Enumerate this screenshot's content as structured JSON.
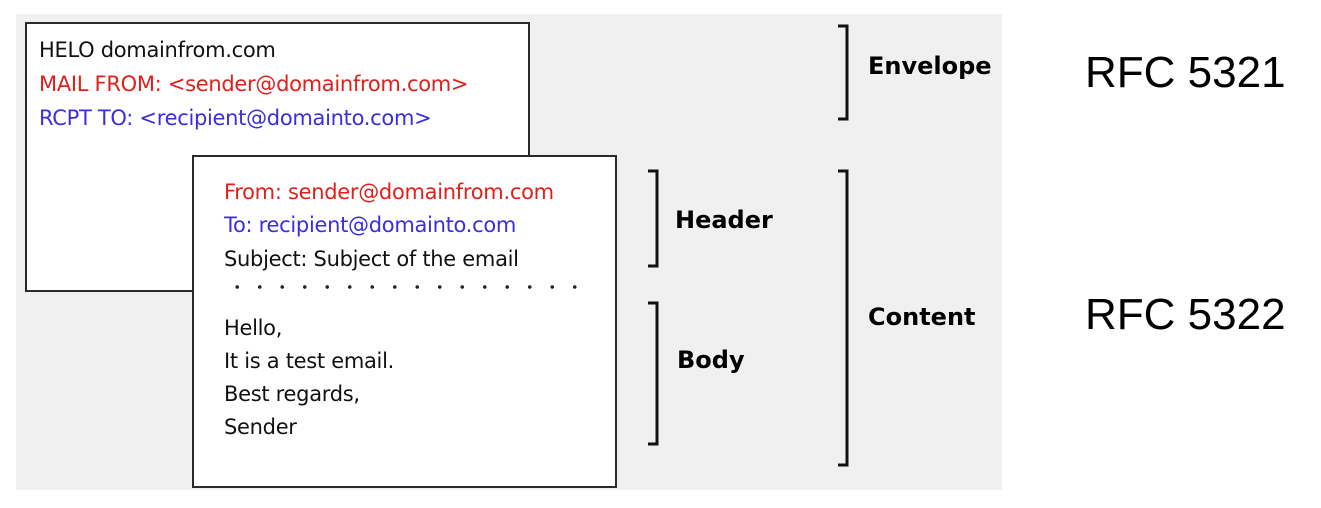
{
  "envelope_card": {
    "lines": [
      {
        "text": "HELO domainfrom.com",
        "color": "#111111"
      },
      {
        "text": "MAIL FROM: <sender@domainfrom.com>",
        "color": "#e0201c"
      },
      {
        "text": "RCPT TO: <recipient@domainto.com>",
        "color": "#3a2ee0"
      }
    ]
  },
  "content_card": {
    "header_lines": [
      {
        "text": "From: sender@domainfrom.com",
        "color": "#e0201c"
      },
      {
        "text": "To: recipient@domainto.com",
        "color": "#3a2ee0"
      },
      {
        "text": "Subject: Subject of the email",
        "color": "#111111"
      }
    ],
    "body_lines": [
      {
        "text": "Hello,"
      },
      {
        "text": "It is a test email."
      },
      {
        "text": "Best regards,"
      },
      {
        "text": "Sender"
      }
    ]
  },
  "labels": {
    "envelope": "Envelope",
    "header": "Header",
    "body": "Body",
    "content": "Content"
  },
  "rfc": {
    "envelope_standard": "RFC 5321",
    "content_standard": "RFC 5322"
  },
  "colors": {
    "panel_background": "#f0f0f0",
    "mail_from": "#e0201c",
    "recipient": "#3a2ee0",
    "text": "#111111"
  }
}
